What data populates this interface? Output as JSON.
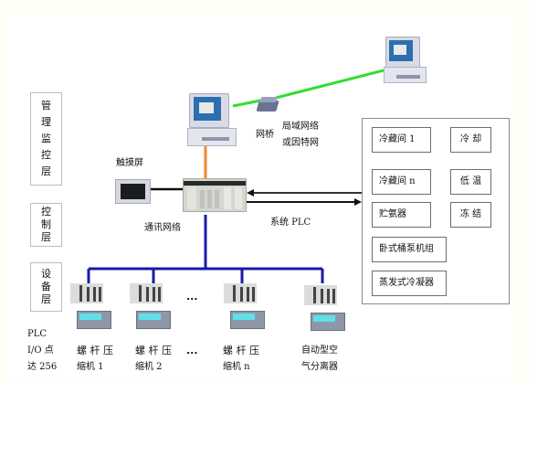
{
  "layers": [
    {
      "chars": [
        "管",
        "理",
        "监",
        "控",
        "层"
      ]
    },
    {
      "chars": [
        "控",
        "制",
        "层"
      ]
    },
    {
      "chars": [
        "设",
        "备",
        "层"
      ]
    }
  ],
  "labels": {
    "touch_screen": "触摸屏",
    "bridge": "网桥",
    "lan_line1": "局域网络",
    "lan_line2": "或因特网",
    "comm_network": "通讯网络",
    "system_plc": "系统 PLC",
    "plc_io_line1": "PLC",
    "plc_io_line2": "I/O 点",
    "plc_io_line3": "达 256",
    "ellipsis": "..."
  },
  "devices": [
    {
      "line1": "螺 杆 压",
      "line2": "缩机 1"
    },
    {
      "line1": "螺 杆 压",
      "line2": "缩机 2"
    },
    {
      "line1": "螺 杆 压",
      "line2": "缩机 n"
    },
    {
      "line1": "自动型空",
      "line2": "气分离器"
    }
  ],
  "controlled_items": {
    "cold_room_1": "冷藏间 1",
    "cooling": "冷  却",
    "cold_room_n": "冷藏间 n",
    "low_temp": "低  温",
    "ammonia_tank": "贮氨器",
    "freezing": "冻  结",
    "pump_unit": "卧式桶泵机组",
    "evap_condenser": "蒸发式冷凝器"
  },
  "colors": {
    "internet_link": "#33dd33",
    "orange_link": "#ee8833",
    "comm_bus": "#1a1aa8",
    "panel_border": "#8c8c8c"
  }
}
